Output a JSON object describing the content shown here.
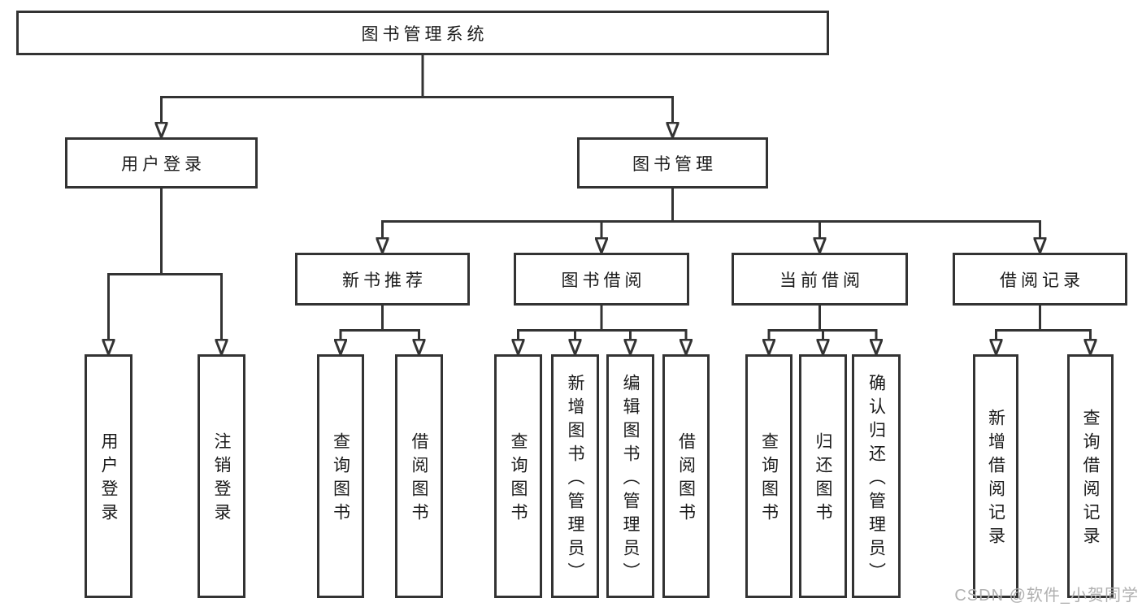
{
  "tree": {
    "root": {
      "label": "图书管理系统",
      "children": [
        {
          "label": "用户登录",
          "children": [
            {
              "label": "用户登录"
            },
            {
              "label": "注销登录"
            }
          ]
        },
        {
          "label": "图书管理",
          "children": [
            {
              "label": "新书推荐",
              "children": [
                {
                  "label": "查询图书"
                },
                {
                  "label": "借阅图书"
                }
              ]
            },
            {
              "label": "图书借阅",
              "children": [
                {
                  "label": "查询图书"
                },
                {
                  "label": "新增图书（管理员）"
                },
                {
                  "label": "编辑图书（管理员）"
                },
                {
                  "label": "借阅图书"
                }
              ]
            },
            {
              "label": "当前借阅",
              "children": [
                {
                  "label": "查询图书"
                },
                {
                  "label": "归还图书"
                },
                {
                  "label": "确认归还（管理员）"
                }
              ]
            },
            {
              "label": "借阅记录",
              "children": [
                {
                  "label": "新增借阅记录"
                },
                {
                  "label": "查询借阅记录"
                }
              ]
            }
          ]
        }
      ]
    }
  },
  "watermark": "CSDN @软件_小贺同学",
  "colors": {
    "line": "#333333",
    "box_border": "#333333",
    "text": "#1a1a1a",
    "background": "#ffffff",
    "watermark": "#b0b0b0"
  }
}
